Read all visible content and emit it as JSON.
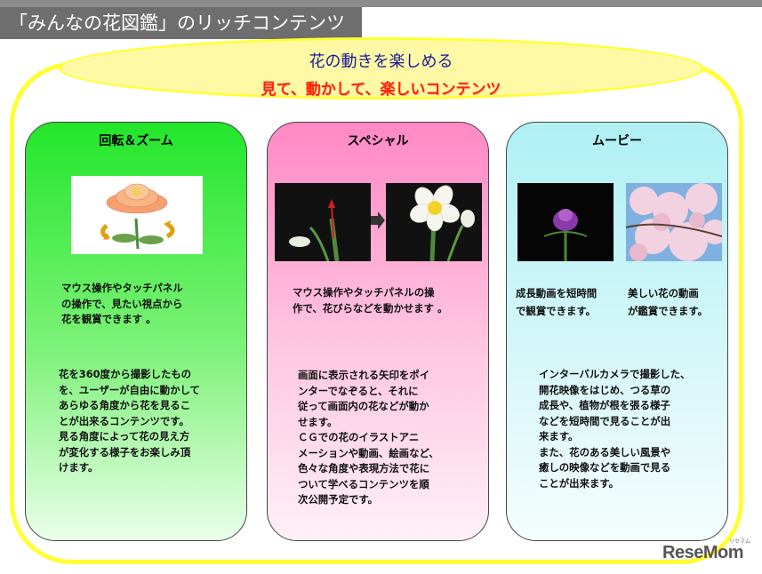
{
  "header": {
    "title": "「みんなの花図鑑」のリッチコンテンツ"
  },
  "banner": {
    "title": "花の動きを楽しめる",
    "subtitle": "見て、動かして、楽しいコンテンツ"
  },
  "cards": [
    {
      "title": "回転＆ズーム",
      "caption": "マウス操作やタッチパネル\nの操作で、見たい視点から\n花を観賞できます 。",
      "body": "花を360度から撮影したもの\nを、ユーザーが自由に動かして\nあらゆる角度から花を見るこ\nとが出来るコンテンツです。\n見る角度によって花の見え方\nが変化する様子をお楽しみ頂\nけます。"
    },
    {
      "title": "スペシャル",
      "caption": "マウス操作やタッチパネルの操\n作で、花びらなどを動かせます 。",
      "body": "画面に表示される矢印をポイ\nンターでなぞると、それに\n従って画面内の花などが動か\nせます。\nＣＧでの花のイラストアニ\nメーションや動画、絵画など、\n色々な角度や表現方法で花に\nついて学べるコンテンツを順\n次公開予定です。"
    },
    {
      "title": "ムービー",
      "caption_left": "成長動画を短時間\nで観賞できます。",
      "caption_right": "美しい花の動画\nが鑑賞できます。",
      "body": "インターバルカメラで撮影した、\n開花映像をはじめ、つる草の\n成長や、植物が根を張る様子\nなどを短時間で見ることが出\n来ます。\nまた、花のある美しい風景や\n癒しの映像などを動画で見る\nことが出来ます。"
    }
  ],
  "logo": {
    "text": "ReseMom",
    "small": "リセマム"
  }
}
